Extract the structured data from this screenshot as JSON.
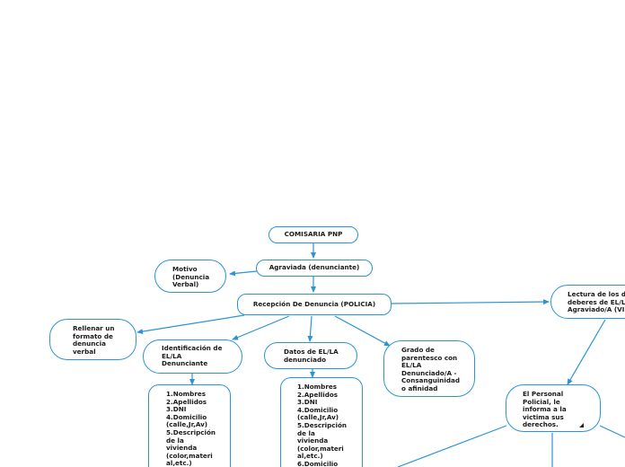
{
  "nodes": {
    "comisaria": "COMISARIA PNP",
    "agraviada": "Agraviada (denunciante)",
    "motivo": "Motivo\n(Denuncia\nVerbal)",
    "recepcion": "Recepción De Denuncia (POLICIA)",
    "lectura": "Lectura de los de\ndeberes de EL/L\nAgraviado/A (VI",
    "rellenar": "Rellenar un\nformato de\ndenuncia\nverbal",
    "identificacion": "Identificación de\nEL/LA\nDenunciante",
    "datos": "Datos de EL/LA\ndenunciado",
    "grado": "Grado de\nparentesco con\nEL/LA\nDenunciado/A -\nConsanguinidad\no afinidad",
    "personal": "El Personal\nPolicial, le\ninforma a la\nvictima sus\nderechos.",
    "lista_identificacion": "1.Nombres\n2.Apellidos\n3.DNI\n4.Domicilio\n(calle,Jr,Av)\n5.Descripción\nde la\nvivienda\n(color,materi\nal,etc.)",
    "lista_datos": "1.Nombres\n2.Apellidos\n3.DNI\n4.Domicilio\n(calle,Jr,Av)\n5.Descripción\nde la\nvivienda\n(color,materi\nal,etc.)\n6.Domicilio"
  },
  "colors": {
    "line": "#2a94d6",
    "border": "#2a94d6",
    "text": "#1a1a1a"
  }
}
